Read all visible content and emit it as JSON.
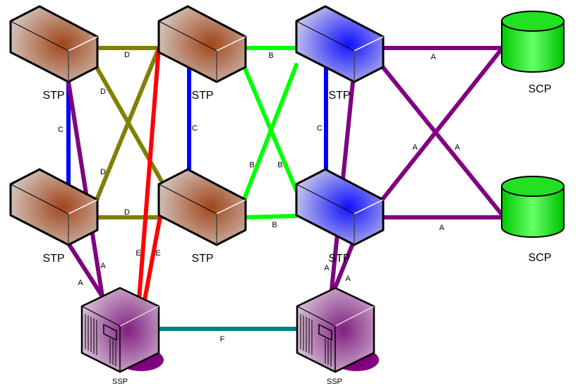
{
  "nodes": {
    "stp_label": "STP",
    "scp_label": "SCP",
    "ssp_label": "SSP"
  },
  "links": {
    "A": "A",
    "B": "B",
    "C": "C",
    "D": "D",
    "E": "E",
    "F": "F"
  },
  "colors": {
    "A": "#800080",
    "B": "#00ff00",
    "C": "#0000ff",
    "D": "#808000",
    "E": "#ff0000",
    "F": "#008080",
    "stp_brown": "#a0522d",
    "stp_blue": "#1a1aff",
    "scp": "#00e000",
    "ssp": "#8b2a8b"
  }
}
